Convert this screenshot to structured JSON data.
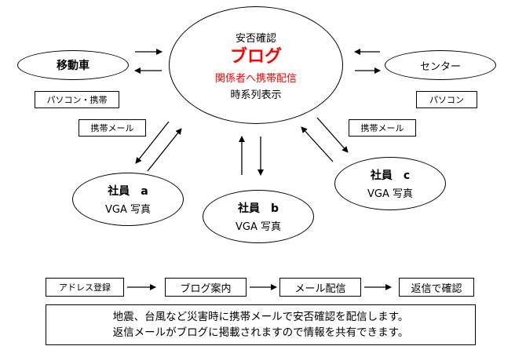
{
  "center": {
    "title": "安否確認",
    "headline": "ブログ",
    "subline": "関係者へ携帯配信",
    "footer": "時系列表示",
    "accent": "#ff0000"
  },
  "nodes": {
    "mobile_vehicle": "移動車",
    "center_office": "センター",
    "employee_a": {
      "name": "社員　a",
      "device": "VGA 写真"
    },
    "employee_b": {
      "name": "社員　b",
      "device": "VGA 写真"
    },
    "employee_c": {
      "name": "社員　c",
      "device": "VGA 写真"
    }
  },
  "tags": {
    "pc_mobile": "パソコン・携帯",
    "pc": "パソコン",
    "mobile_mail_left": "携帯メール",
    "mobile_mail_right": "携帯メール"
  },
  "flow": [
    "アドレス登録",
    "ブログ案内",
    "メール配信",
    "返信で確認"
  ],
  "description": [
    "地震、台風など災害時に携帯メールで安否確認を配信します。",
    "返信メールがブログに掲載されますので情報を共有できます。"
  ]
}
